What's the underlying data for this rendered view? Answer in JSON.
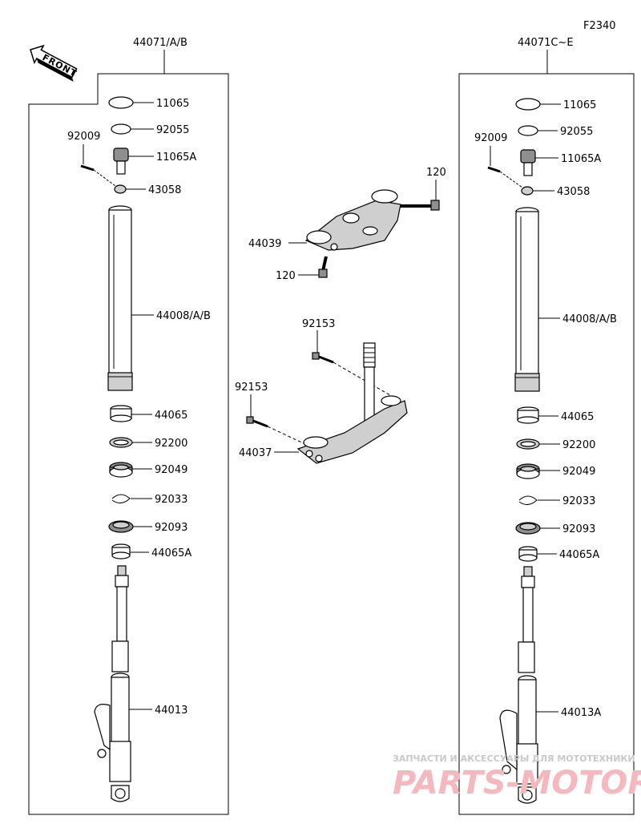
{
  "figure_code": "F2340",
  "front_label": "FRONT",
  "assemblies": {
    "left": "44071/A/B",
    "right": "44071C~E"
  },
  "left_parts": {
    "p11065": "11065",
    "p92055": "92055",
    "p92009": "92009",
    "p11065A": "11065A",
    "p43058": "43058",
    "p44008": "44008/A/B",
    "p44065": "44065",
    "p92200": "92200",
    "p92049": "92049",
    "p92033": "92033",
    "p92093": "92093",
    "p44065A": "44065A",
    "p44013": "44013"
  },
  "right_parts": {
    "p11065": "11065",
    "p92055": "92055",
    "p92009": "92009",
    "p11065A": "11065A",
    "p43058": "43058",
    "p44008": "44008/A/B",
    "p44065": "44065",
    "p92200": "92200",
    "p92049": "92049",
    "p92033": "92033",
    "p92093": "92093",
    "p44065A": "44065A",
    "p44013A": "44013A"
  },
  "center_parts": {
    "p120_top": "120",
    "p44039": "44039",
    "p120_bottom": "120",
    "p92153_top": "92153",
    "p92153_bottom": "92153",
    "p44037": "44037"
  },
  "watermark": {
    "line1": "ЗАПЧАСТИ И АКСЕССУАРЫ ДЛЯ МОТОТЕХНИКИ",
    "line2": "PARTS-MOTOR.RU"
  }
}
